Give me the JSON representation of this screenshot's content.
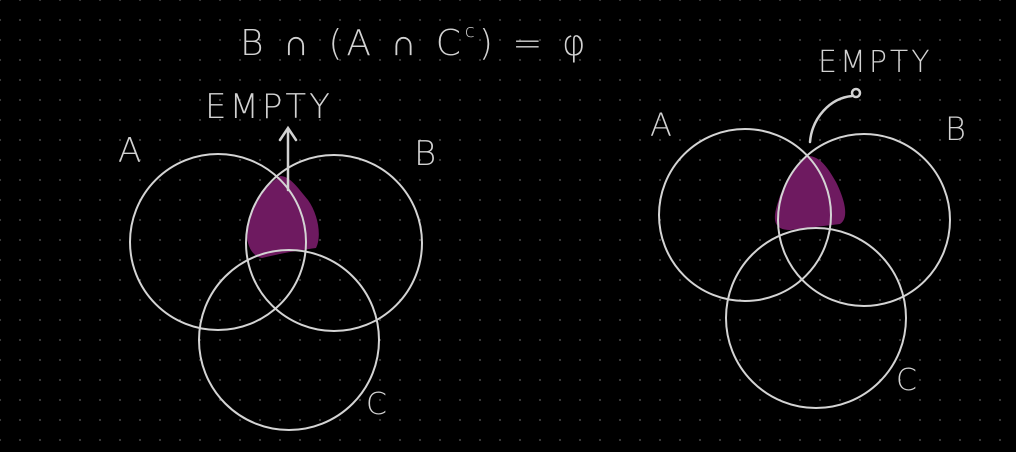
{
  "equation": "B ∩ (A ∩ C^c) = φ",
  "equation_parts": {
    "main": "B ∩ (A ∩ C",
    "superscript": "c",
    "tail": ") = φ"
  },
  "colors": {
    "background": "#000000",
    "grid_dot": "#3a3a3a",
    "stroke": "#d4d4d4",
    "text": "#d2d2d2",
    "shaded_region": "#6e1a60"
  },
  "left_diagram": {
    "annotation": "EMPTY",
    "labels": {
      "a": "A",
      "b": "B",
      "c": "C"
    },
    "pointer": "arrow-up-icon"
  },
  "right_diagram": {
    "annotation": "EMPTY",
    "labels": {
      "a": "A",
      "b": "B",
      "c": "C"
    },
    "pointer": "curved-pointer-icon"
  }
}
